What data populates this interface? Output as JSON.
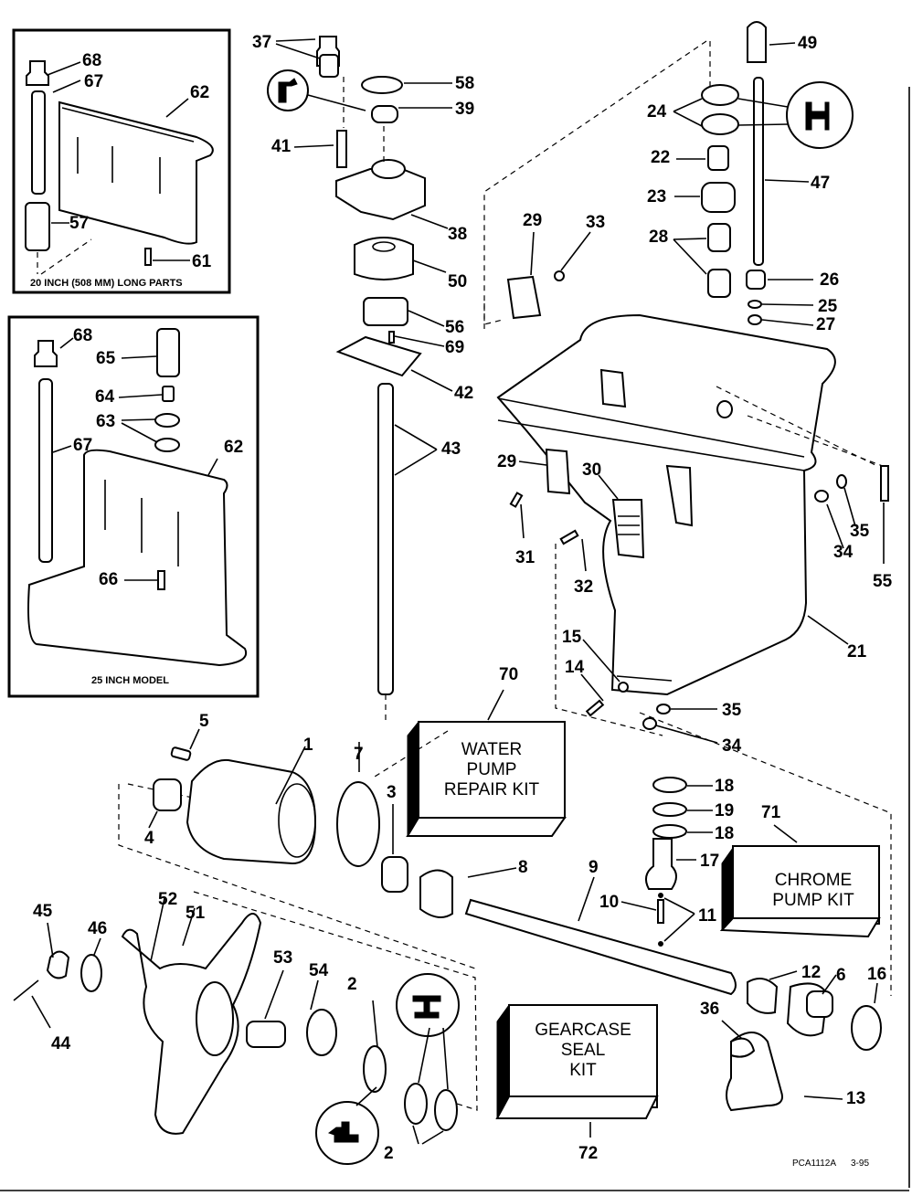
{
  "diagram": {
    "title": "Gearcase exploded parts diagram",
    "footer": {
      "drawing_code": "PCA1112A",
      "date": "3-95"
    },
    "insets": [
      {
        "id": "inset-20in",
        "caption": "20 INCH (508 MM) LONG PARTS",
        "callouts": [
          "68",
          "67",
          "62",
          "57",
          "61"
        ]
      },
      {
        "id": "inset-25in",
        "caption": "25 INCH MODEL",
        "callouts": [
          "68",
          "65",
          "64",
          "63",
          "67",
          "62",
          "66"
        ]
      }
    ],
    "kits": [
      {
        "id": "70",
        "lines": [
          "WATER",
          "PUMP",
          "REPAIR KIT"
        ]
      },
      {
        "id": "71",
        "lines": [
          "CHROME",
          "PUMP KIT"
        ]
      },
      {
        "id": "72",
        "lines": [
          "GEARCASE",
          "SEAL",
          "KIT"
        ]
      }
    ],
    "callouts": {
      "c37": "37",
      "c58": "58",
      "c39": "39",
      "c41": "41",
      "c38": "38",
      "c50": "50",
      "c56": "56",
      "c69": "69",
      "c42": "42",
      "c43": "43",
      "c49": "49",
      "c24": "24",
      "c22": "22",
      "c47": "47",
      "c23": "23",
      "c28": "28",
      "c29a": "29",
      "c33": "33",
      "c26": "26",
      "c25": "25",
      "c27": "27",
      "c29b": "29",
      "c30": "30",
      "c31": "31",
      "c32": "32",
      "c35a": "35",
      "c34a": "34",
      "c55": "55",
      "c21": "21",
      "c15": "15",
      "c14": "14",
      "c35b": "35",
      "c34b": "34",
      "c70": "70",
      "c5": "5",
      "c1": "1",
      "c7": "7",
      "c3": "3",
      "c4": "4",
      "c8": "8",
      "c18a": "18",
      "c19": "19",
      "c18b": "18",
      "c71": "71",
      "c17": "17",
      "c9": "9",
      "c10": "10",
      "c11": "11",
      "c45": "45",
      "c46": "46",
      "c52": "52",
      "c51": "51",
      "c44": "44",
      "c53": "53",
      "c54": "54",
      "c2a": "2",
      "c2b": "2",
      "c12": "12",
      "c6": "6",
      "c16": "16",
      "c36": "36",
      "c13": "13",
      "c72": "72",
      "i68a": "68",
      "i67a": "67",
      "i62a": "62",
      "i57": "57",
      "i61": "61",
      "i68b": "68",
      "i65": "65",
      "i64": "64",
      "i63": "63",
      "i67b": "67",
      "i62b": "62",
      "i66": "66"
    },
    "symbols": [
      {
        "near": "39",
        "meaning": "seal-lip-orientation-icon"
      },
      {
        "near": "24",
        "meaning": "bearing-orientation-icon"
      },
      {
        "near": "2",
        "meaning": "bearing-orientation-icon"
      },
      {
        "near": "2",
        "meaning": "seal-lip-orientation-icon"
      }
    ]
  }
}
